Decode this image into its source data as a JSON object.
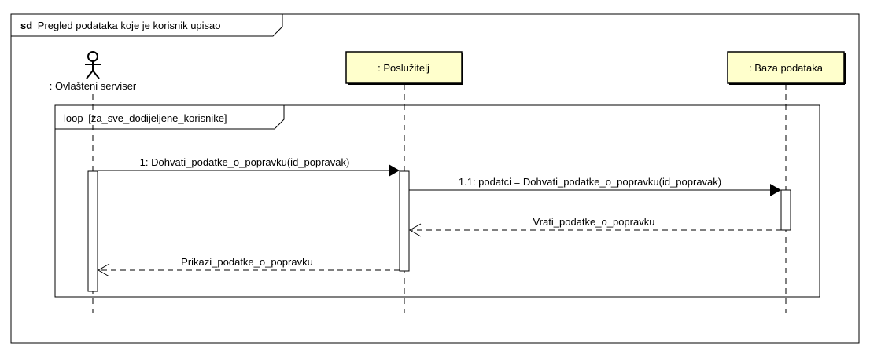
{
  "diagram": {
    "frame": {
      "keyword": "sd",
      "title": "Pregled podataka koje je korisnik upisao"
    },
    "colors": {
      "participant_fill": "#FFFFCC",
      "stroke": "#000000",
      "background": "#FFFFFF"
    },
    "actor": {
      "label": ": Ovlašteni serviser",
      "icon": "stick-figure-icon"
    },
    "participants": [
      {
        "id": "posluzitelj",
        "label": ": Poslužitelj"
      },
      {
        "id": "baza",
        "label": ": Baza podataka"
      }
    ],
    "fragment": {
      "operator": "loop",
      "guard": "[za_sve_dodijeljene_korisnike]"
    },
    "messages": [
      {
        "label": "1: Dohvati_podatke_o_popravku(id_popravak)",
        "from": "actor",
        "to": "posluzitelj",
        "type": "sync"
      },
      {
        "label": "1.1: podatci = Dohvati_podatke_o_popravku(id_popravak)",
        "from": "posluzitelj",
        "to": "baza",
        "type": "sync"
      },
      {
        "label": "Vrati_podatke_o_popravku",
        "from": "baza",
        "to": "posluzitelj",
        "type": "return"
      },
      {
        "label": "Prikazi_podatke_o_popravku",
        "from": "posluzitelj",
        "to": "actor",
        "type": "return"
      }
    ]
  }
}
